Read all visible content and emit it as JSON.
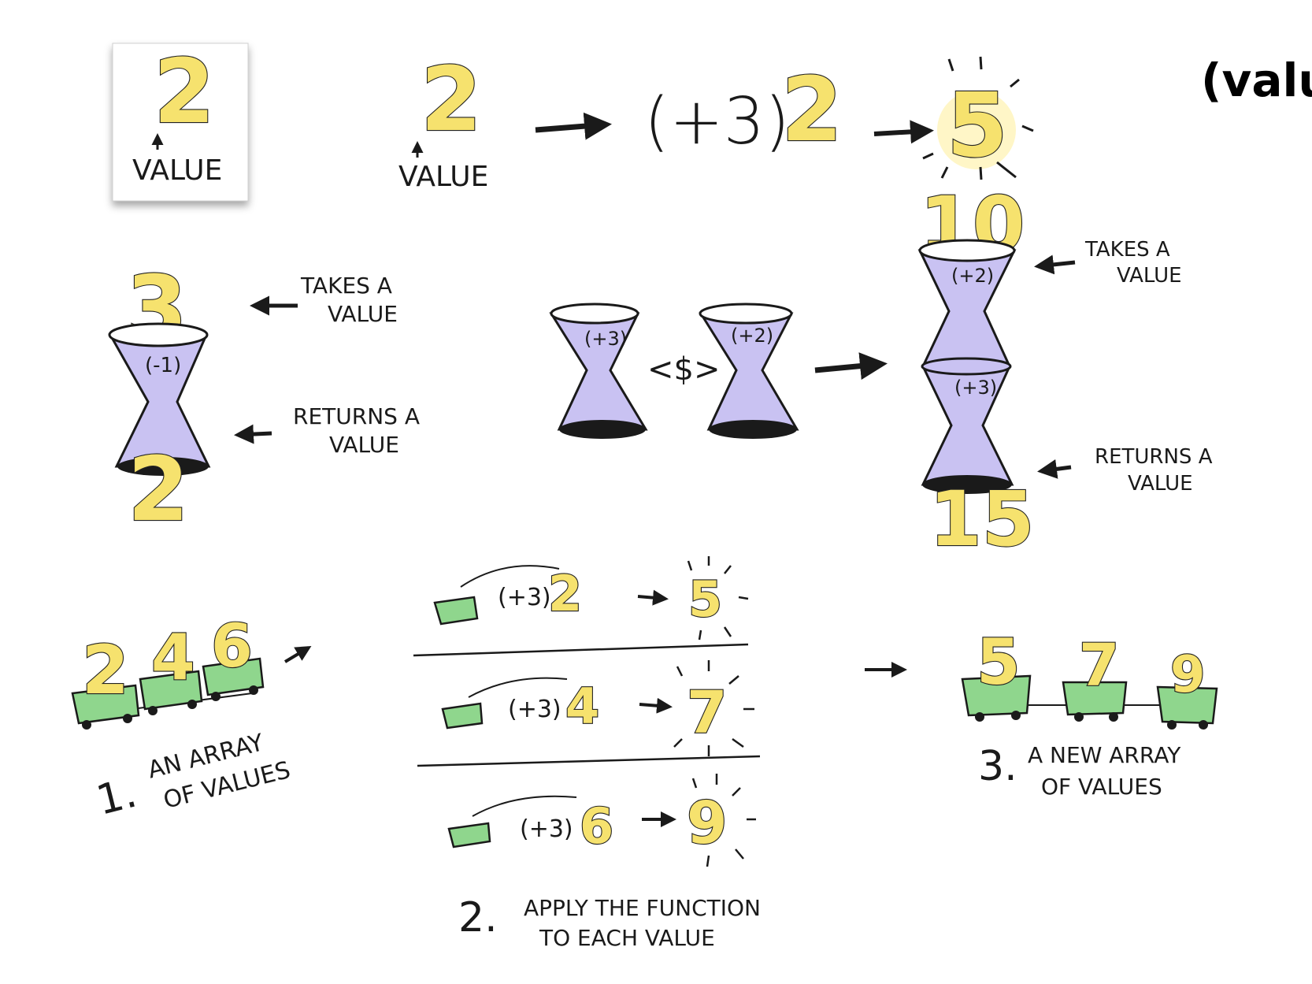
{
  "title": "(value)",
  "top_row": {
    "card": {
      "digit": "2",
      "label": "VALUE"
    },
    "free_value": {
      "digit": "2",
      "label": "VALUE"
    },
    "function_label": "(+3)",
    "function_input": "2",
    "result": "5"
  },
  "funnel_single": {
    "input": "3",
    "function_label": "(-1)",
    "output": "2",
    "takes_label_line1": "TAKES A",
    "takes_label_line2": "VALUE",
    "returns_label_line1": "RETURNS A",
    "returns_label_line2": "VALUE"
  },
  "compose": {
    "left_function": "(+3)",
    "operator": "<$>",
    "right_function": "(+2)"
  },
  "funnel_stack": {
    "input": "10",
    "top_function": "(+2)",
    "bottom_function": "(+3)",
    "output": "15",
    "takes_label_line1": "TAKES A",
    "takes_label_line2": "VALUE",
    "returns_label_line1": "RETURNS A",
    "returns_label_line2": "VALUE"
  },
  "array_section": {
    "step1": {
      "number": "1.",
      "line1": "AN ARRAY",
      "line2": "OF VALUES",
      "values": [
        "2",
        "4",
        "6"
      ]
    },
    "step2": {
      "number": "2.",
      "line1": "APPLY THE FUNCTION",
      "line2": "TO EACH VALUE",
      "rows": [
        {
          "function": "(+3)",
          "input": "2",
          "result": "5"
        },
        {
          "function": "(+3)",
          "input": "4",
          "result": "7"
        },
        {
          "function": "(+3)",
          "input": "6",
          "result": "9"
        }
      ]
    },
    "step3": {
      "number": "3.",
      "line1": "A NEW ARRAY",
      "line2": "OF VALUES",
      "values": [
        "5",
        "7",
        "9"
      ]
    }
  },
  "colors": {
    "digit_fill": "#f6e26e",
    "funnel_fill": "#c9c2f2",
    "cart_fill": "#8fd68d",
    "ink": "#1a1a1a"
  }
}
